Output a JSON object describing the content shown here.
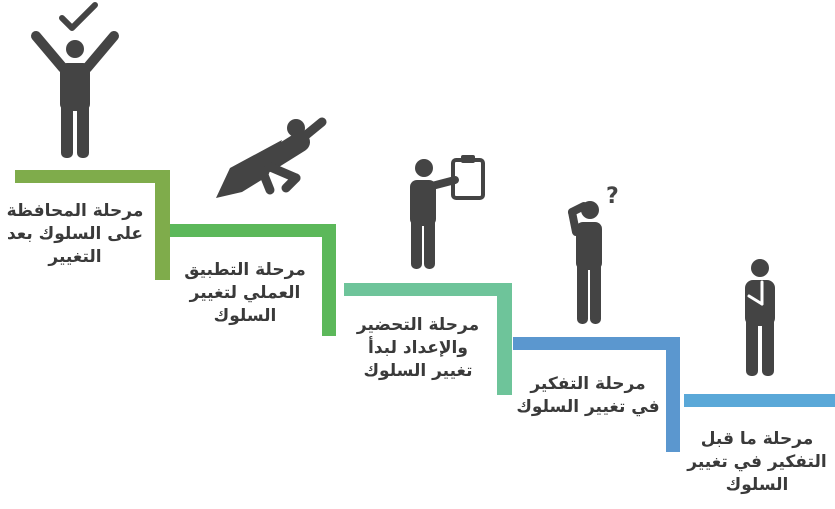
{
  "stages": [
    {
      "id": "maintenance",
      "lines": [
        "مرحلة المحافظة",
        "على السلوك بعد",
        "التغيير"
      ],
      "color": "#7fac4b",
      "figure": "person-arms-raised-checkmark-icon"
    },
    {
      "id": "action",
      "lines": [
        "مرحلة التطبيق",
        "العملي لتغيير",
        "السلوك"
      ],
      "color": "#5cb85a",
      "figure": "person-flying-cape-icon"
    },
    {
      "id": "preparation",
      "lines": [
        "مرحلة التحضير",
        "والإعداد لبدأ",
        "تغيير السلوك"
      ],
      "color": "#6ec49a",
      "figure": "person-holding-clipboard-icon"
    },
    {
      "id": "contemplation",
      "lines": [
        "مرحلة التفكير",
        "في تغيير السلوك"
      ],
      "color": "#5b97cf",
      "figure": "person-question-mark-icon"
    },
    {
      "id": "precontemplation",
      "lines": [
        "مرحلة ما قبل",
        "التفكير في تغيير",
        "السلوك"
      ],
      "color": "#5aa8d8",
      "figure": "person-thinking-icon"
    }
  ],
  "figure_color": "#444444",
  "text_color": "#3a3a3a"
}
